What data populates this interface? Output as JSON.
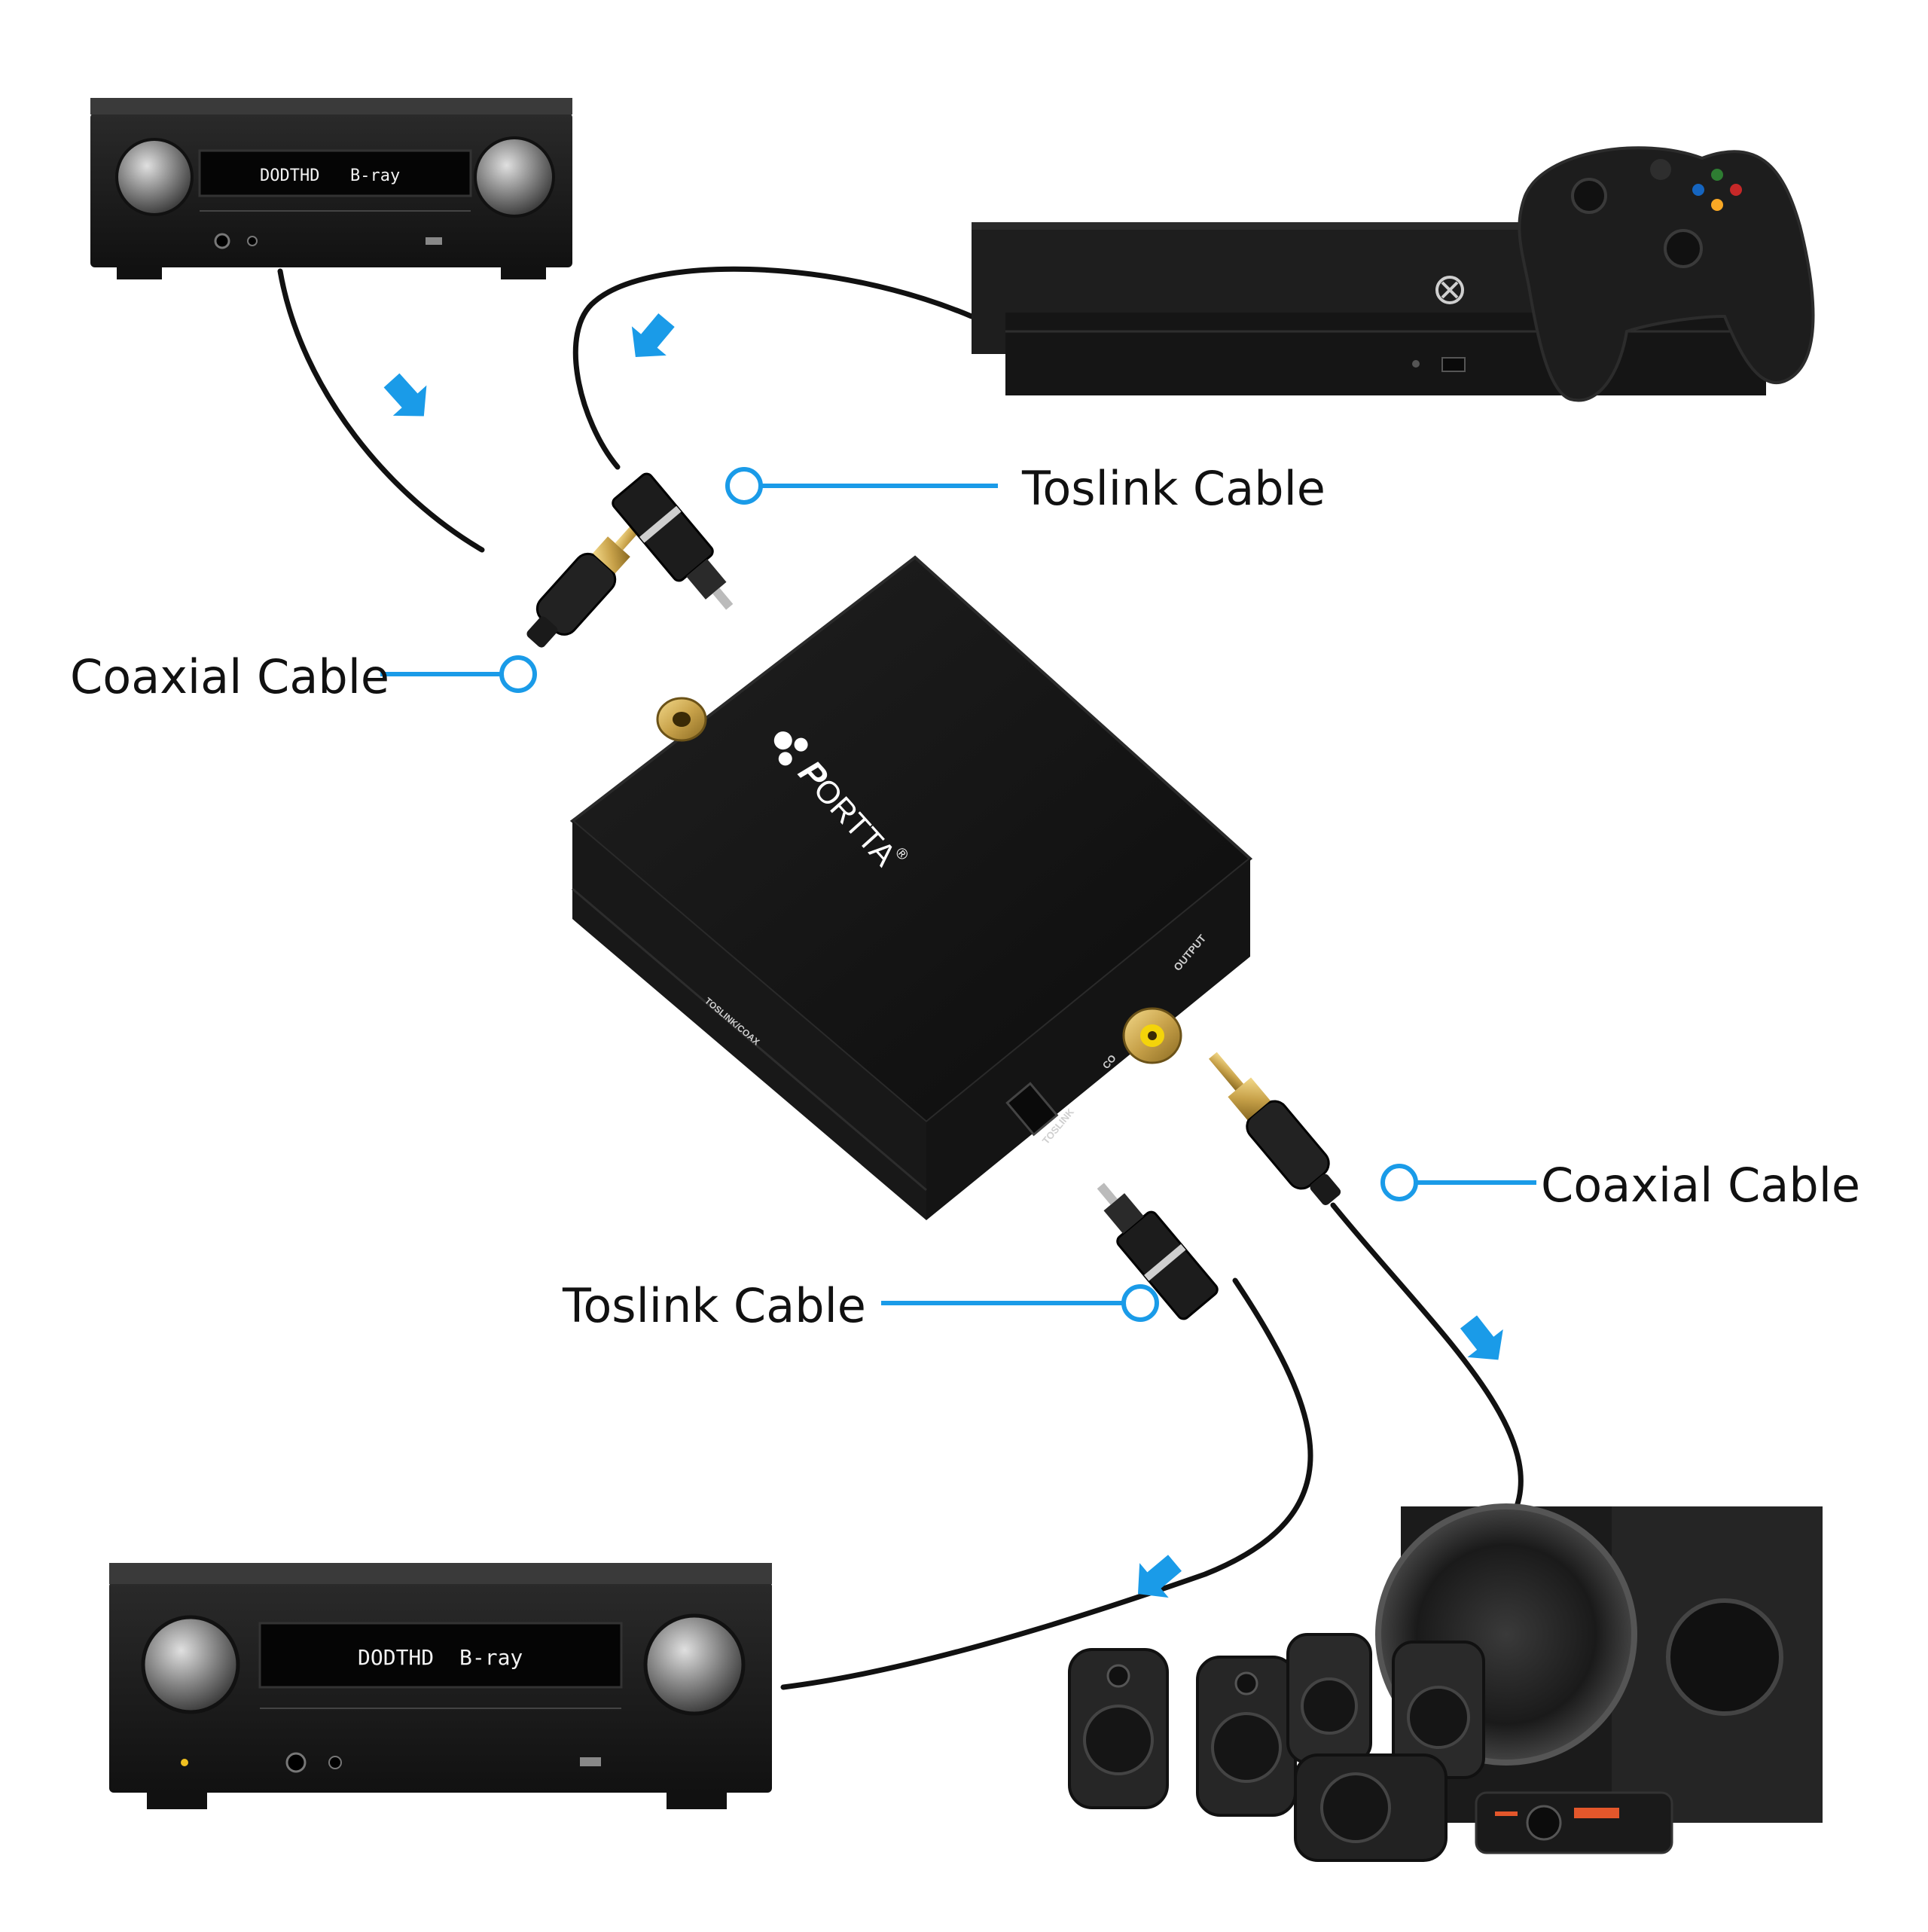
{
  "labels": {
    "toslink_top": "Toslink Cable",
    "coaxial_left": "Coaxial Cable",
    "coaxial_right": "Coaxial Cable",
    "toslink_bottom": "Toslink Cable"
  },
  "converter": {
    "brand": "ORTTA",
    "registered_mark": "®",
    "port_output": "OUTPUT",
    "port_toslink": "TOSLINK",
    "port_coax_partial": "CO",
    "switch_label": "TOSLINK/COAX"
  },
  "receivers": {
    "display_left": "DODTHD",
    "display_right": "B-ray"
  },
  "colors": {
    "accent": "#1a9be8",
    "device": "#1b1b1b",
    "gold": "#c8a24a"
  },
  "icons": {
    "callout": "ring-circle",
    "direction": "blue-arrow",
    "console_logo": "xbox-logo"
  }
}
